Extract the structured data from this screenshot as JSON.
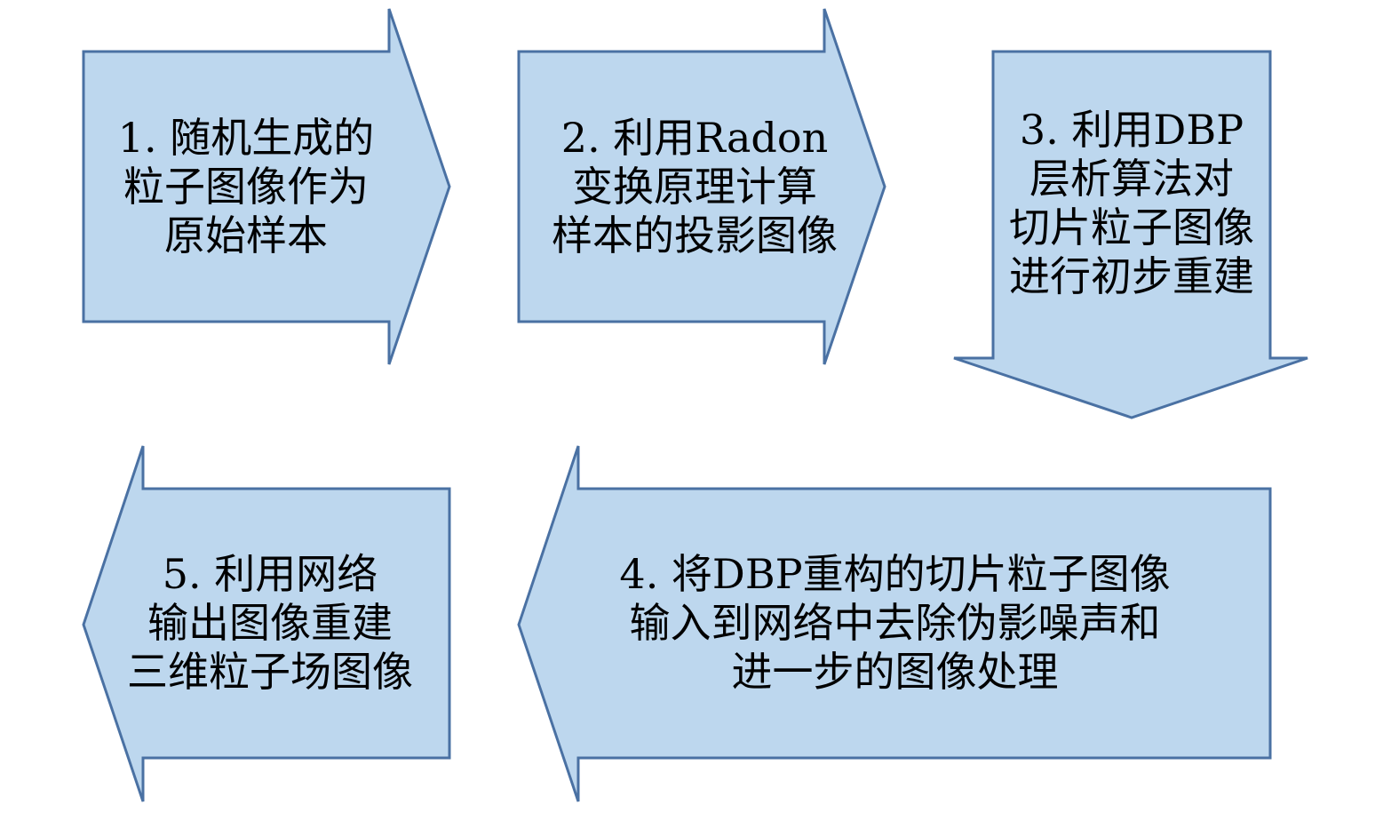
{
  "colors": {
    "arrow_fill": "#bdd7ee",
    "arrow_stroke": "#4a71a3",
    "text": "#000000"
  },
  "steps": [
    {
      "direction": "right",
      "lines": [
        "1. 随机生成的",
        "粒子图像作为",
        "原始样本"
      ]
    },
    {
      "direction": "right",
      "lines": [
        "2. 利用Radon",
        "变换原理计算",
        "样本的投影图像"
      ]
    },
    {
      "direction": "down",
      "lines": [
        "3. 利用DBP",
        "层析算法对",
        "切片粒子图像",
        "进行初步重建"
      ]
    },
    {
      "direction": "left",
      "lines": [
        "4. 将DBP重构的切片粒子图像",
        "输入到网络中去除伪影噪声和",
        "进一步的图像处理"
      ]
    },
    {
      "direction": "left",
      "lines": [
        "5. 利用网络",
        "输出图像重建",
        "三维粒子场图像"
      ]
    }
  ]
}
